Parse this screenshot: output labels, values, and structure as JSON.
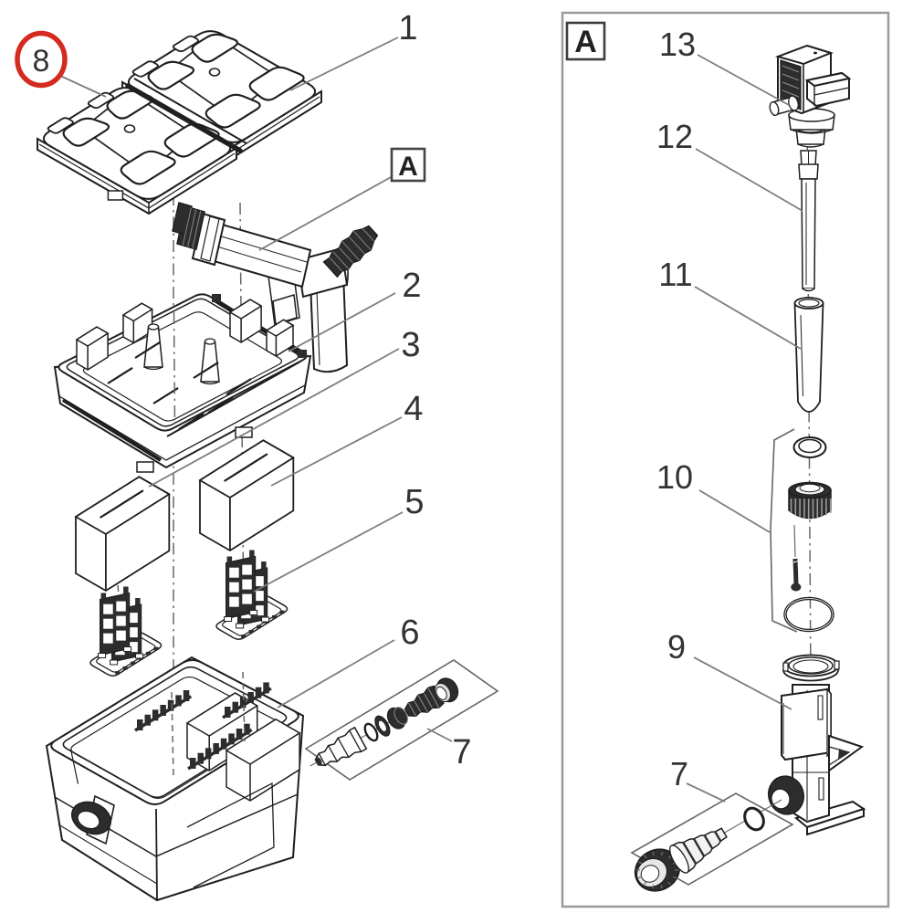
{
  "figure": {
    "type": "exploded-parts-diagram",
    "subject": "Pond flow-through filter with UV clarifier",
    "background": "#ffffff",
    "views": {
      "main": "Exploded view of filter box: lids, UV clarifier, media tray, foams, grid holders, container, hose fittings",
      "detail": "Detail A - exploded view of UV clarifier unit"
    }
  },
  "colors": {
    "line_ink": "#1f1f1f",
    "leader_gray": "#7d7d7d",
    "panel_border": "#9a9a9a",
    "highlight_red": "#d42b20",
    "label_text": "#333333"
  },
  "detail_marker": {
    "label": "A"
  },
  "callouts_main": [
    {
      "label": "1",
      "part": "filter-lid-right"
    },
    {
      "label": "2",
      "part": "filter-media-tray"
    },
    {
      "label": "3",
      "part": "filter-foam-left"
    },
    {
      "label": "4",
      "part": "filter-foam-right"
    },
    {
      "label": "5",
      "part": "grid-holder"
    },
    {
      "label": "6",
      "part": "filter-container"
    },
    {
      "label": "7",
      "part": "hose-fitting-set"
    },
    {
      "label": "8",
      "part": "filter-lid-left",
      "highlighted": true
    },
    {
      "label": "A",
      "part": "uv-clarifier-unit"
    }
  ],
  "callouts_detail": [
    {
      "label": "A",
      "part": "detail-panel-marker"
    },
    {
      "label": "13",
      "part": "uv-head-unit"
    },
    {
      "label": "12",
      "part": "uv-lamp-tube"
    },
    {
      "label": "11",
      "part": "quartz-glass"
    },
    {
      "label": "10",
      "part": "sealing-set"
    },
    {
      "label": "9",
      "part": "uv-housing"
    },
    {
      "label": "7",
      "part": "hose-fitting-set"
    }
  ]
}
